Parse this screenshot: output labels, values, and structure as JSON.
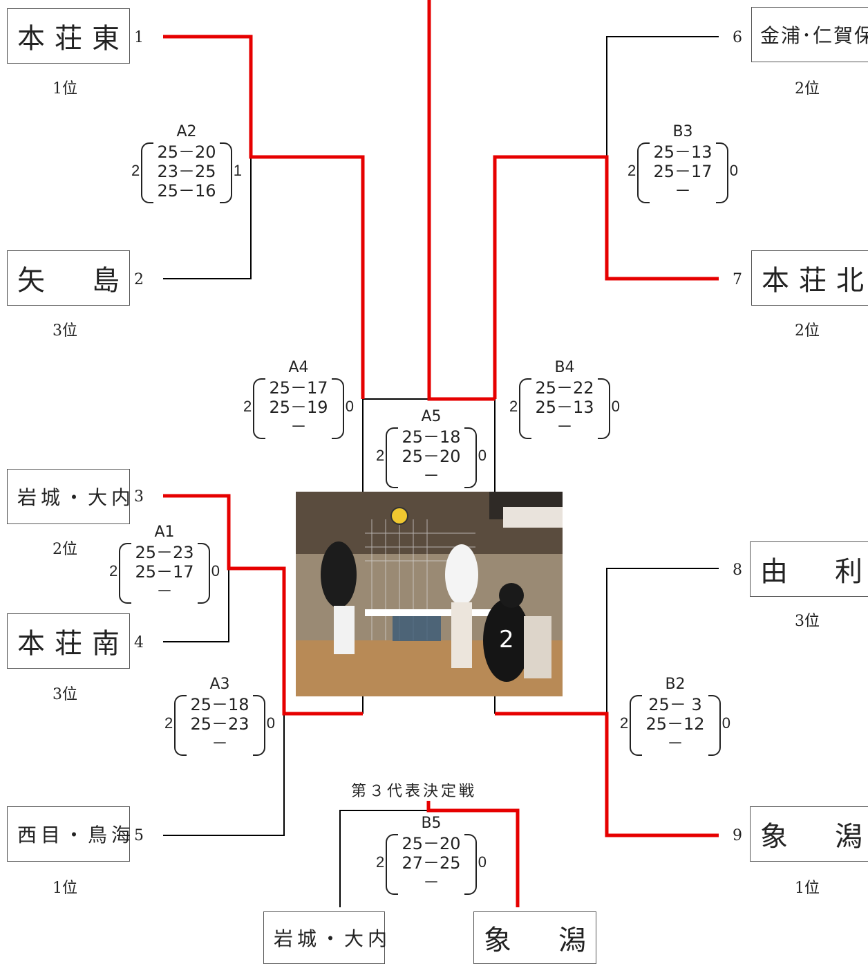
{
  "colors": {
    "winner_line": "#e60000",
    "line": "#000000"
  },
  "teams": {
    "t1": {
      "name": "本荘東",
      "seed": "1",
      "rank": "1位"
    },
    "t2": {
      "name": "矢　島",
      "seed": "2",
      "rank": "3位"
    },
    "t3": {
      "name": "岩城・大内",
      "seed": "3",
      "rank": "2位"
    },
    "t4": {
      "name": "本荘南",
      "seed": "4",
      "rank": "3位"
    },
    "t5": {
      "name": "西目・鳥海",
      "seed": "5",
      "rank": "1位"
    },
    "t6": {
      "name": "金浦･仁賀保",
      "seed": "6",
      "rank": "2位"
    },
    "t7": {
      "name": "本荘北",
      "seed": "7",
      "rank": "2位"
    },
    "t8": {
      "name": "由　利",
      "seed": "8",
      "rank": "3位"
    },
    "t9": {
      "name": "象　潟",
      "seed": "9",
      "rank": "1位"
    }
  },
  "matches": {
    "A1": {
      "code": "A1",
      "w": "2",
      "l": "0",
      "sets": [
        "25－23",
        "25－17",
        "－"
      ]
    },
    "A2": {
      "code": "A2",
      "w": "2",
      "l": "1",
      "sets": [
        "25－20",
        "23－25",
        "25－16"
      ]
    },
    "A3": {
      "code": "A3",
      "w": "2",
      "l": "0",
      "sets": [
        "25－18",
        "25－23",
        "－"
      ]
    },
    "A4": {
      "code": "A4",
      "w": "2",
      "l": "0",
      "sets": [
        "25－17",
        "25－19",
        "－"
      ]
    },
    "A5": {
      "code": "A5",
      "w": "2",
      "l": "0",
      "sets": [
        "25－18",
        "25－20",
        "－"
      ]
    },
    "B2": {
      "code": "B2",
      "w": "2",
      "l": "0",
      "sets": [
        "25－ 3",
        "25－12",
        "－"
      ]
    },
    "B3": {
      "code": "B3",
      "w": "2",
      "l": "0",
      "sets": [
        "25－13",
        "25－17",
        "－"
      ]
    },
    "B4": {
      "code": "B4",
      "w": "2",
      "l": "0",
      "sets": [
        "25－22",
        "25－13",
        "－"
      ]
    },
    "B5": {
      "code": "B5",
      "w": "2",
      "l": "0",
      "sets": [
        "25－20",
        "27－25",
        "－"
      ]
    }
  },
  "third_place": {
    "caption": "第３代表決定戦",
    "left_team": "岩城・大内",
    "right_team": "象　潟"
  }
}
